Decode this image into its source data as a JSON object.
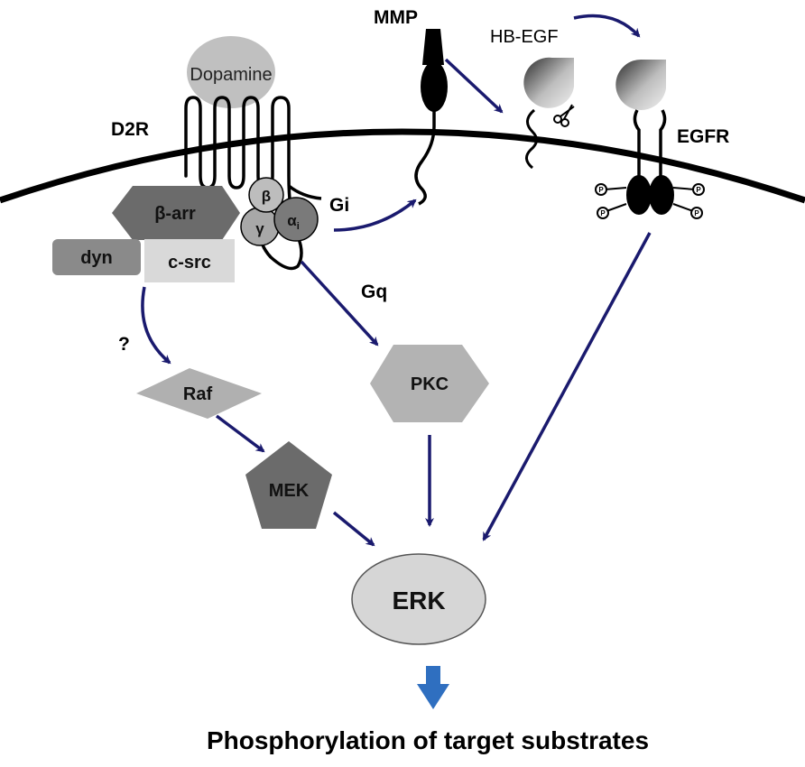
{
  "labels": {
    "dopamine": "Dopamine",
    "d2r": "D2R",
    "mmp": "MMP",
    "hb_egf": "HB-EGF",
    "egfr": "EGFR",
    "beta_arr": "β-arr",
    "beta": "β",
    "gamma": "γ",
    "alpha": "α",
    "alpha_sub": "i",
    "gi": "Gi",
    "dyn": "dyn",
    "csrc": "c-src",
    "gq": "Gq",
    "question": "?",
    "raf": "Raf",
    "pkc": "PKC",
    "mek": "MEK",
    "erk": "ERK",
    "phospho": "P",
    "footer": "Phosphorylation of target substrates"
  },
  "colors": {
    "arrow": "#1a1a6e",
    "output_arrow": "#2f6fc0",
    "membrane": "#000000",
    "light_gray": "#c8c8c8",
    "mid_gray": "#a6a6a6",
    "dark_gray": "#6b6b6b",
    "pale_gray": "#d9d9d9",
    "erk_fill": "#d6d6d6"
  },
  "icons": {
    "scissors": "scissors-icon"
  }
}
